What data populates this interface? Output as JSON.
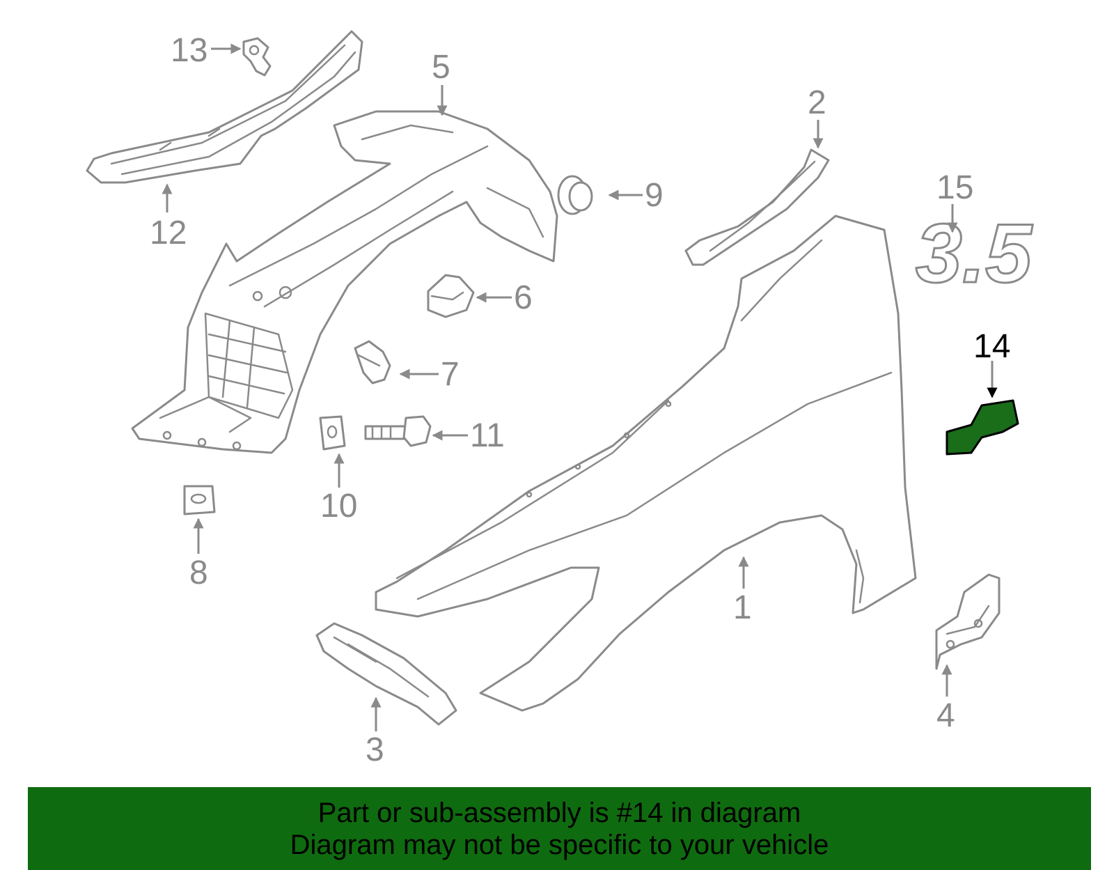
{
  "callouts": {
    "c1": "1",
    "c2": "2",
    "c3": "3",
    "c4": "4",
    "c5": "5",
    "c6": "6",
    "c7": "7",
    "c8": "8",
    "c9": "9",
    "c10": "10",
    "c11": "11",
    "c12": "12",
    "c13": "13",
    "c14": "14",
    "c15": "15"
  },
  "emblem_text": "3.5",
  "highlight": {
    "part_number": "14",
    "color": "#1a6e1a",
    "banner_color": "#0f6b0f"
  },
  "banner": {
    "line1": "Part or sub-assembly is #14 in diagram",
    "line2": "Diagram may not be specific to your vehicle"
  }
}
